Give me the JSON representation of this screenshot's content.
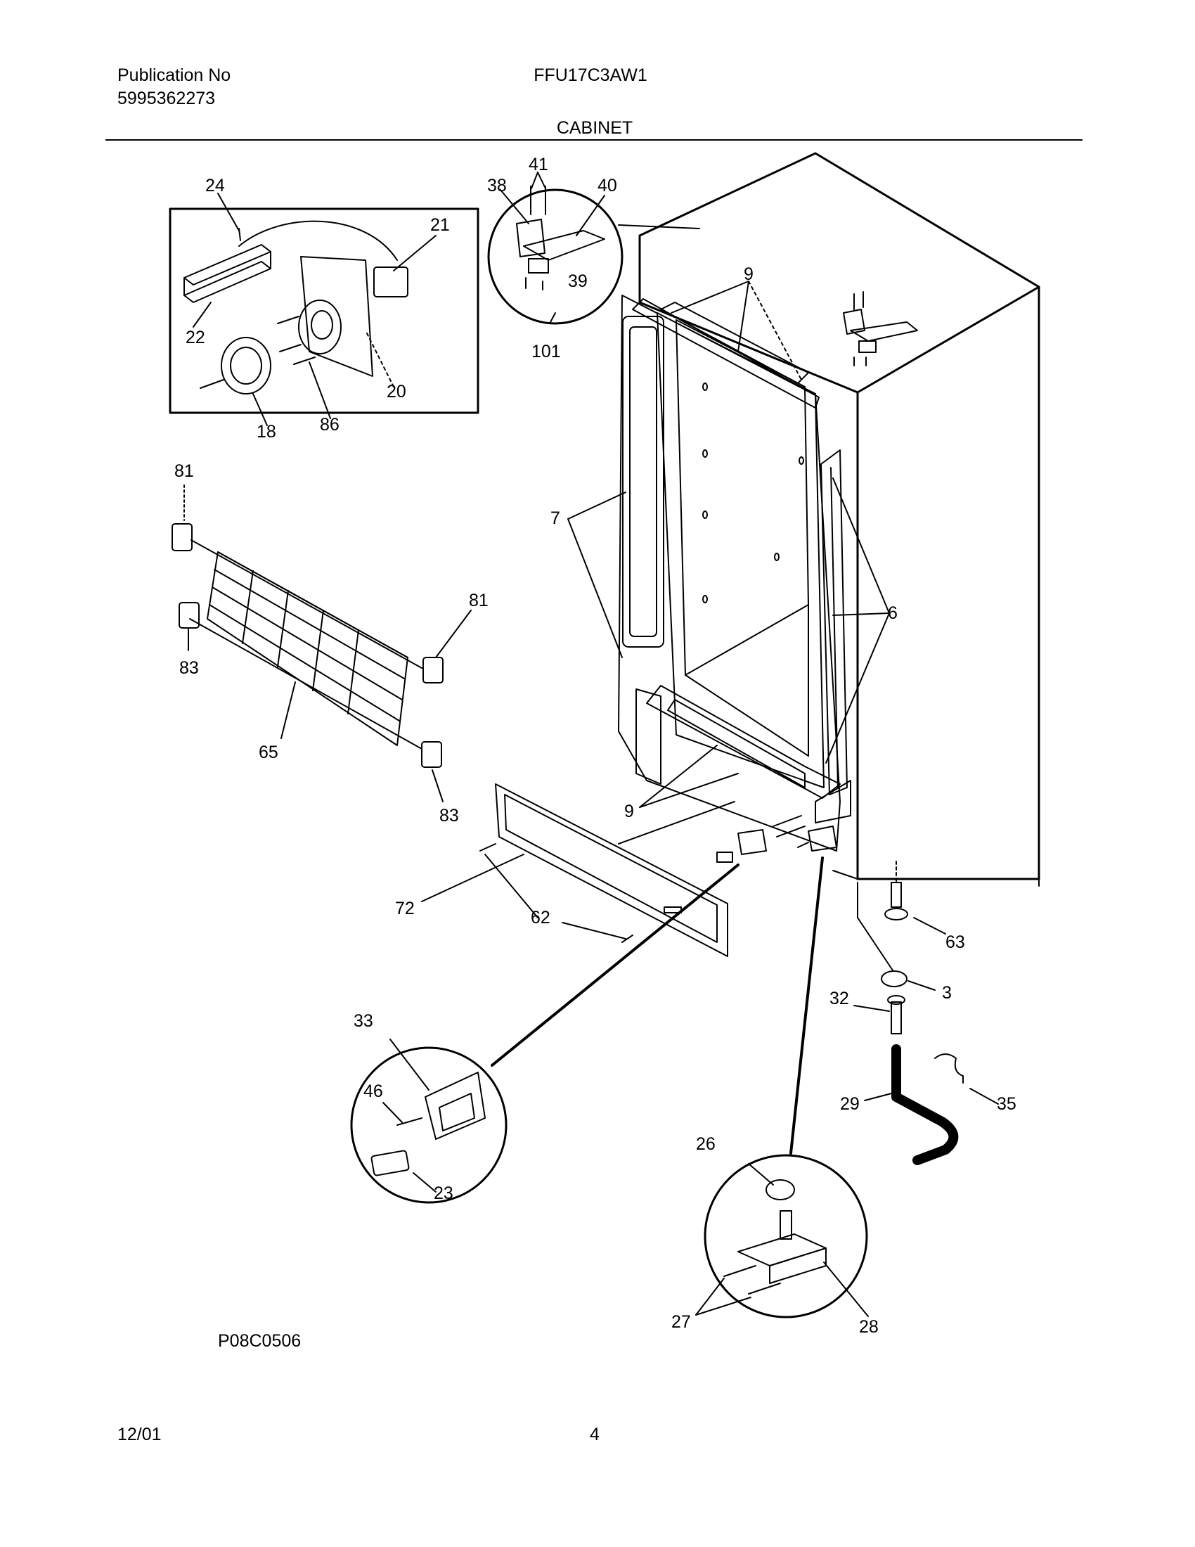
{
  "header": {
    "publication_label": "Publication No",
    "publication_number": "5995362273",
    "model": "FFU17C3AW1",
    "section_title": "CABINET"
  },
  "diagram": {
    "part_labels": [
      "24",
      "21",
      "22",
      "20",
      "18",
      "86",
      "38",
      "41",
      "40",
      "39",
      "101",
      "9",
      "81",
      "7",
      "6",
      "83",
      "81",
      "65",
      "83",
      "9",
      "72",
      "62",
      "63",
      "3",
      "32",
      "35",
      "29",
      "33",
      "46",
      "23",
      "26",
      "27",
      "28"
    ],
    "figure_code": "P08C0506"
  },
  "footer": {
    "date": "12/01",
    "page_number": "4"
  }
}
